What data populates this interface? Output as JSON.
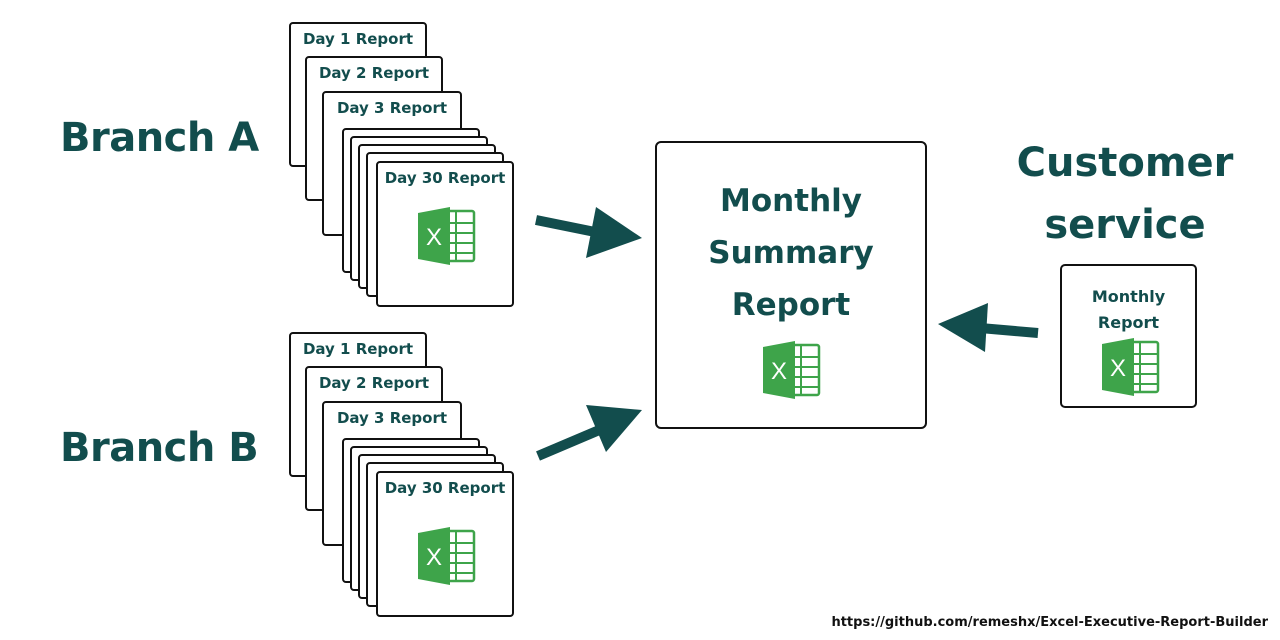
{
  "branch_a": {
    "label": "Branch A",
    "reports": [
      "Day 1 Report",
      "Day 2 Report",
      "Day 3 Report",
      "Day 30 Report"
    ]
  },
  "branch_b": {
    "label": "Branch B",
    "reports": [
      "Day 1 Report",
      "Day 2 Report",
      "Day 3 Report",
      "Day 30 Report"
    ]
  },
  "summary": {
    "lines": [
      "Monthly",
      "Summary",
      "Report"
    ]
  },
  "customer_service": {
    "lines": [
      "Customer",
      "service"
    ],
    "report_lines": [
      "Monthly",
      "Report"
    ]
  },
  "footer": {
    "url": "https://github.com/remeshx/Excel-Executive-Report-Builder"
  },
  "colors": {
    "text": "#124d4d",
    "arrow": "#124d4d",
    "excel_green": "#3ea44a"
  },
  "icons": [
    "excel-icon"
  ]
}
